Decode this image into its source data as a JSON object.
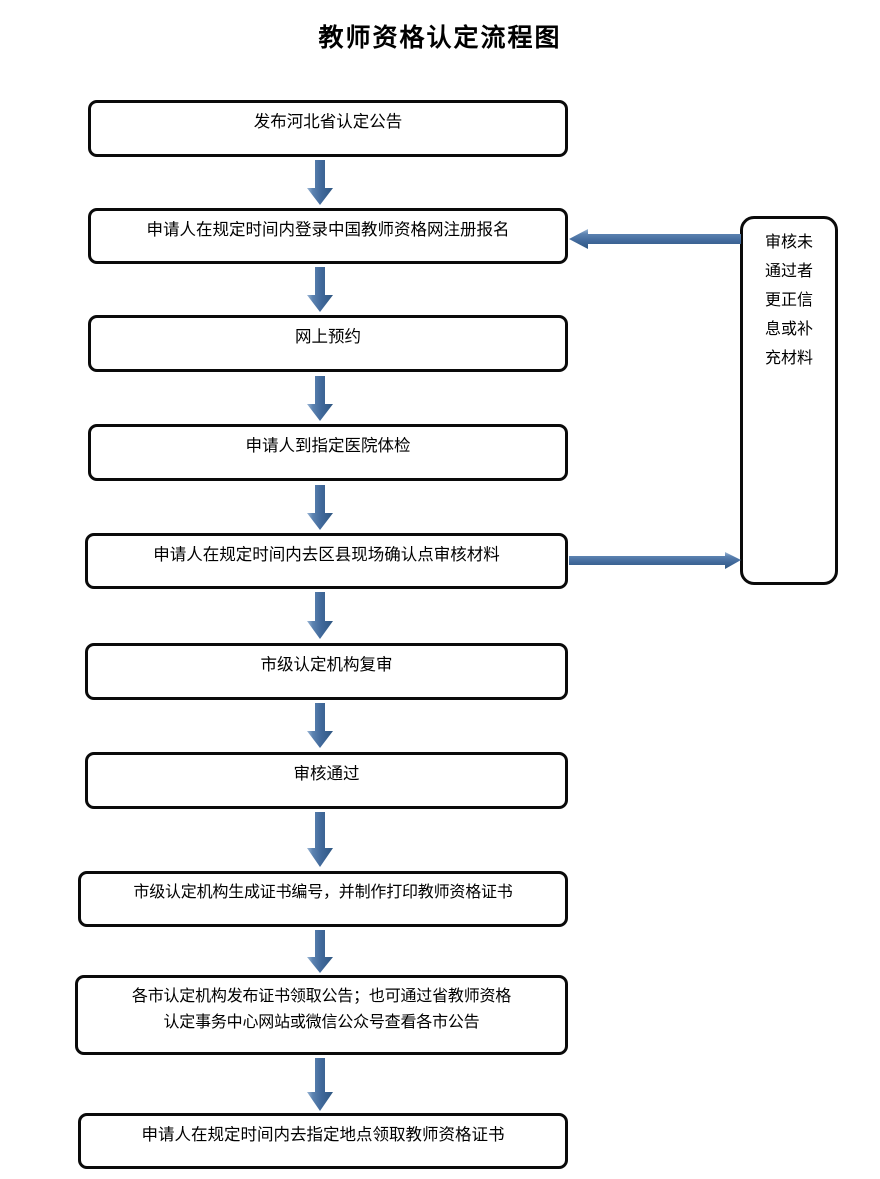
{
  "page": {
    "title": "教师资格认定流程图",
    "background": "#ffffff",
    "box_border_color": "#0a0a0a",
    "arrow_color": "#41699b",
    "arrow_color_light": "#7fa3ca",
    "arrow_color_dark": "#2f5782"
  },
  "flow": {
    "steps": [
      {
        "id": "step-1",
        "label": "发布河北省认定公告"
      },
      {
        "id": "step-2",
        "label": "申请人在规定时间内登录中国教师资格网注册报名"
      },
      {
        "id": "step-3",
        "label": "网上预约"
      },
      {
        "id": "step-4",
        "label": "申请人到指定医院体检"
      },
      {
        "id": "step-5",
        "label": "申请人在规定时间内去区县现场确认点审核材料"
      },
      {
        "id": "step-6",
        "label": "市级认定机构复审"
      },
      {
        "id": "step-7",
        "label": "审核通过"
      },
      {
        "id": "step-8",
        "label": "市级认定机构生成证书编号，并制作打印教师资格证书"
      },
      {
        "id": "step-9",
        "label": "各市认定机构发布证书领取公告；也可通过省教师资格\n认定事务中心网站或微信公众号查看各市公告"
      },
      {
        "id": "step-10",
        "label": "申请人在规定时间内去指定地点领取教师资格证书"
      }
    ],
    "side_note": {
      "id": "side-note",
      "label": "审核未\n通过者\n更正信\n息或补\n充材料"
    },
    "connectors": [
      {
        "id": "arrow-1-2",
        "direction": "down"
      },
      {
        "id": "arrow-2-3",
        "direction": "down"
      },
      {
        "id": "arrow-3-4",
        "direction": "down"
      },
      {
        "id": "arrow-4-5",
        "direction": "down"
      },
      {
        "id": "arrow-5-6",
        "direction": "down"
      },
      {
        "id": "arrow-6-7",
        "direction": "down"
      },
      {
        "id": "arrow-7-8",
        "direction": "down"
      },
      {
        "id": "arrow-8-9",
        "direction": "down"
      },
      {
        "id": "arrow-9-10",
        "direction": "down"
      },
      {
        "id": "arrow-side-to-step2",
        "direction": "left"
      },
      {
        "id": "arrow-step5-to-side",
        "direction": "right"
      }
    ]
  }
}
